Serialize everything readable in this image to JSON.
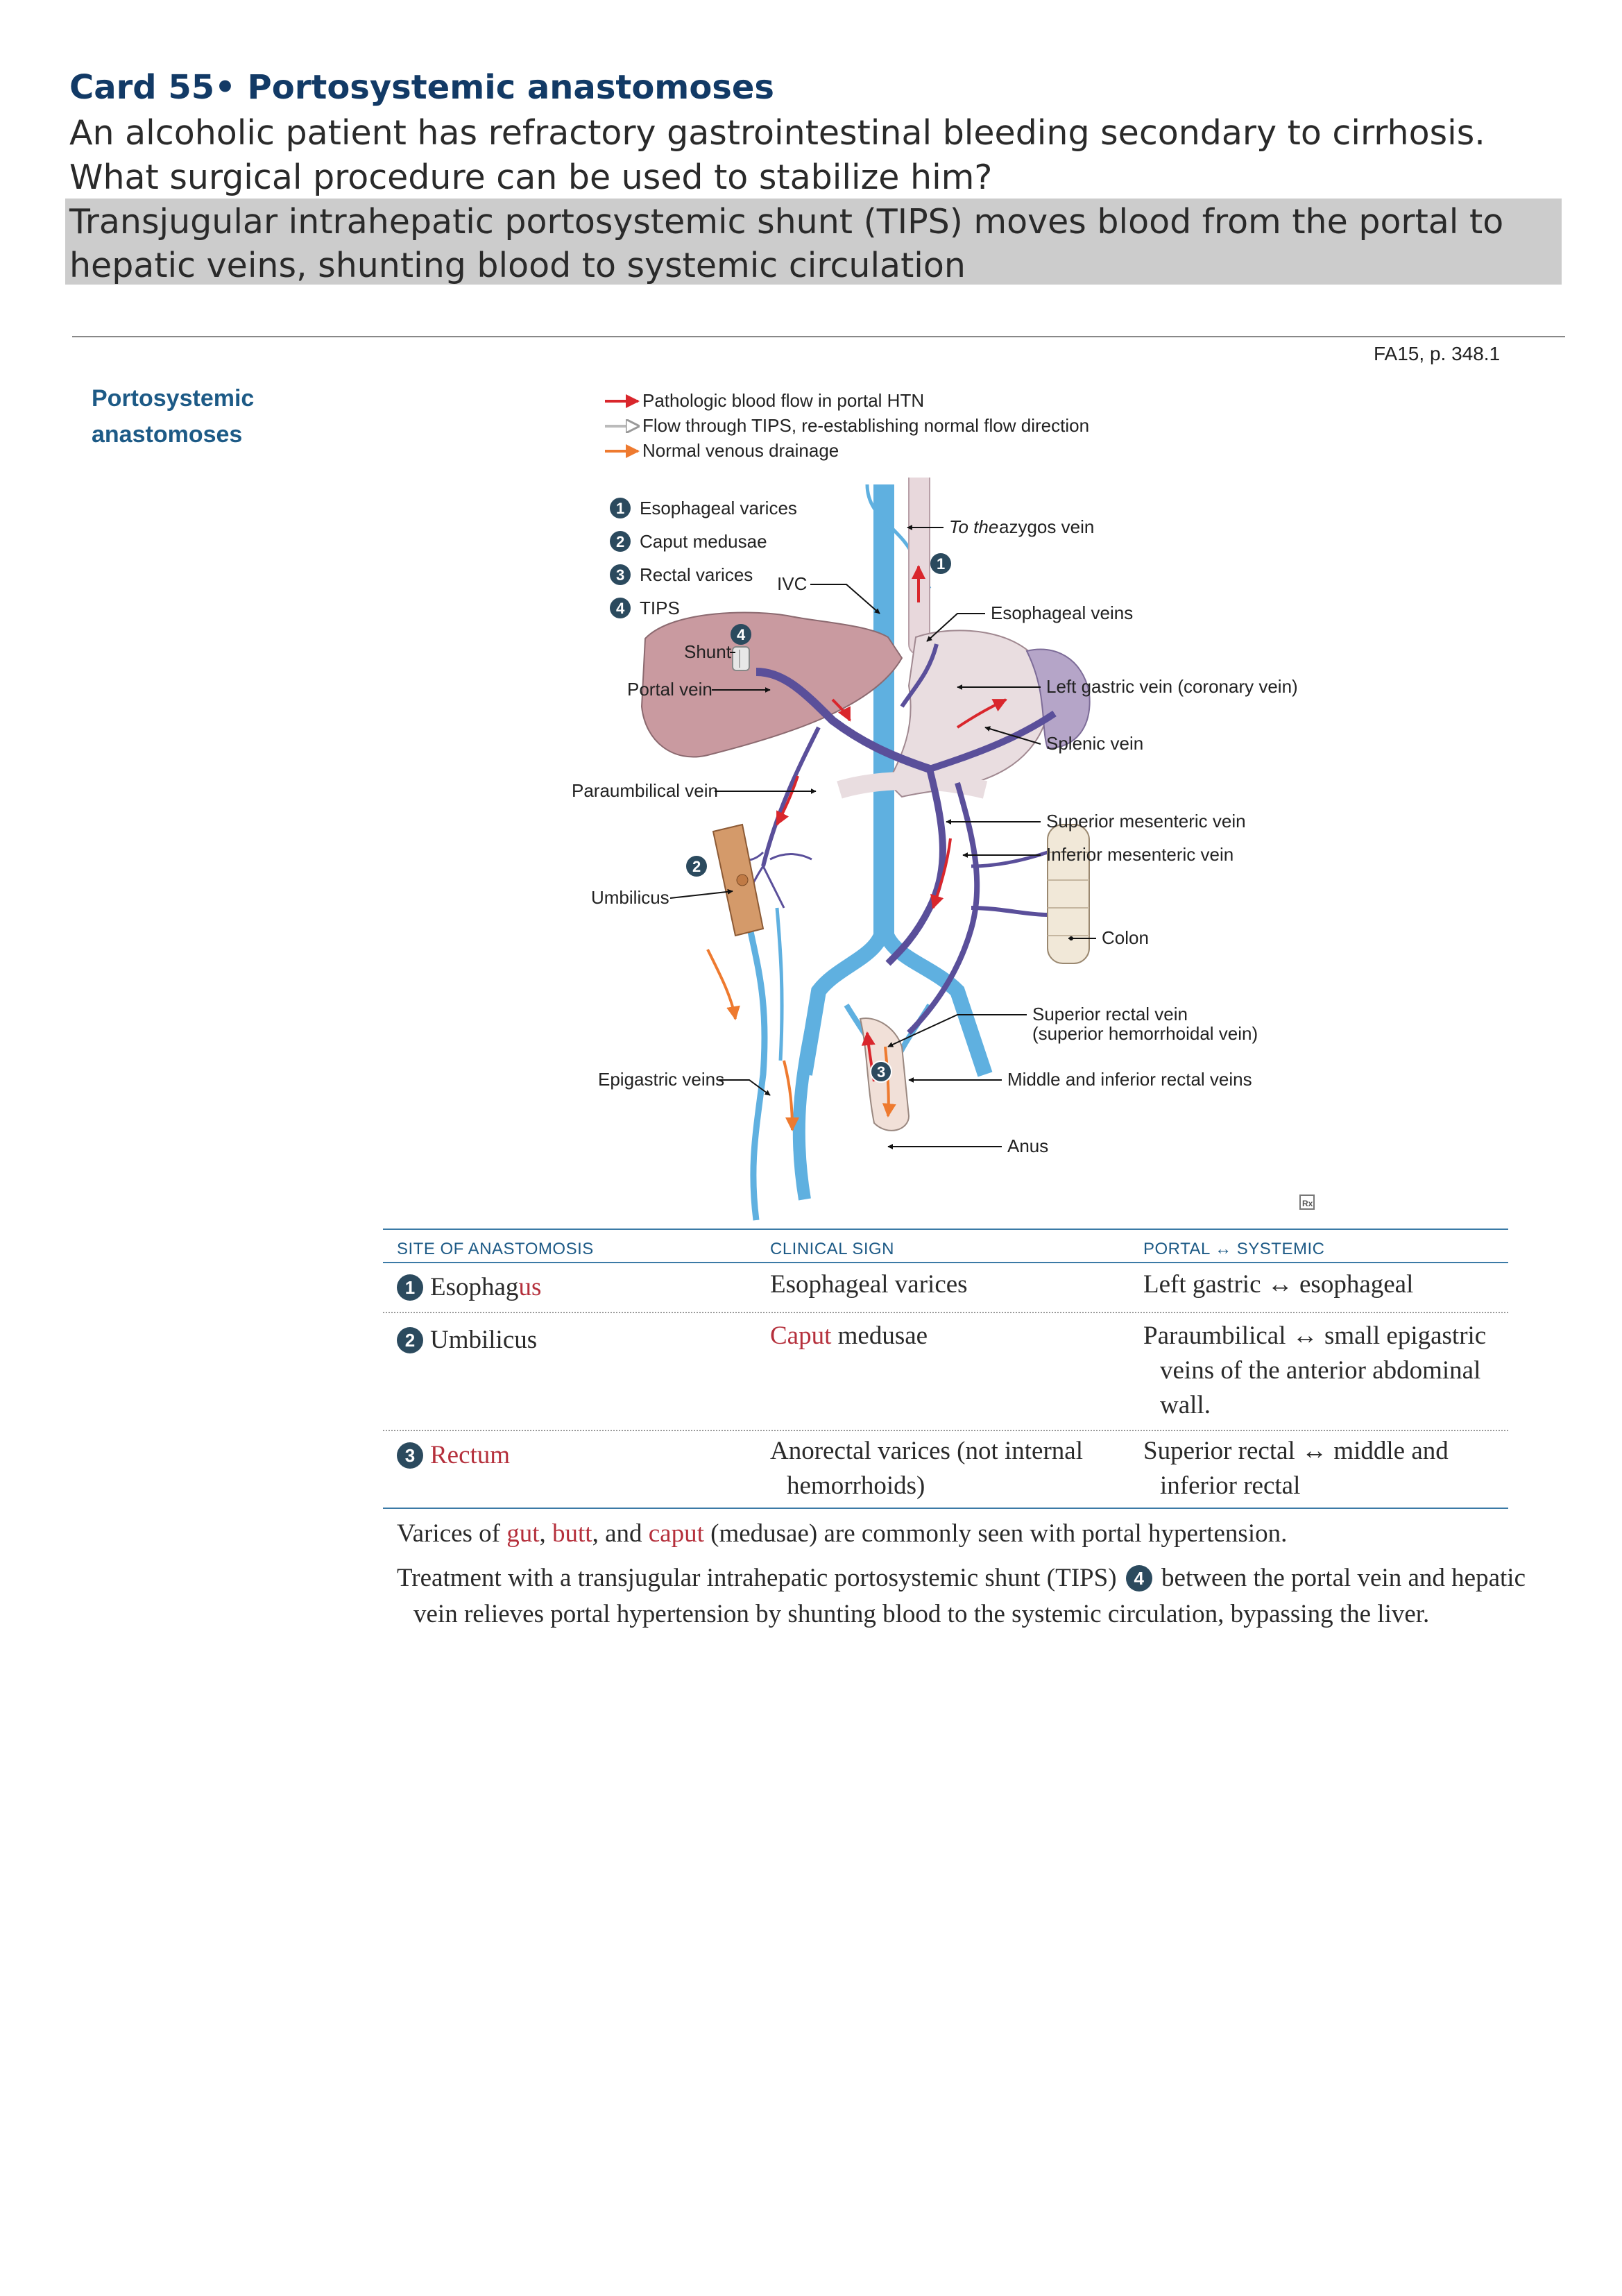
{
  "card": {
    "title": "Card 55• Portosystemic anastomoses",
    "question": "An alcoholic patient has refractory gastrointestinal bleeding secondary to cirrhosis. What surgical procedure can be used to stabilize him?",
    "answer": "Transjugular intrahepatic portosystemic shunt (TIPS) moves blood from the portal to hepatic veins, shunting blood to systemic circulation",
    "reference": "FA15, p. 348.1"
  },
  "section": {
    "title_line1": "Portosystemic",
    "title_line2": "anastomoses"
  },
  "figure": {
    "legend": {
      "pathologic": "Pathologic blood flow in portal HTN",
      "tips_flow": "Flow through TIPS, re-establishing normal flow direction",
      "normal": "Normal venous drainage"
    },
    "numbered": [
      {
        "num": "1",
        "label": "Esophageal varices"
      },
      {
        "num": "2",
        "label": "Caput medusae"
      },
      {
        "num": "3",
        "label": "Rectal varices"
      },
      {
        "num": "4",
        "label": "TIPS"
      }
    ],
    "labels": {
      "to_the": "To the",
      "azygos": "azygos vein",
      "ivc": "IVC",
      "esophageal_veins": "Esophageal veins",
      "shunt": "Shunt",
      "portal_vein": "Portal vein",
      "left_gastric": "Left gastric vein (coronary vein)",
      "splenic": "Splenic vein",
      "paraumbilical": "Paraumbilical vein",
      "sup_mesenteric": "Superior mesenteric vein",
      "inf_mesenteric": "Inferior mesenteric vein",
      "umbilicus": "Umbilicus",
      "colon": "Colon",
      "sup_rectal_1": "Superior rectal vein",
      "sup_rectal_2": "(superior hemorrhoidal vein)",
      "epigastric": "Epigastric veins",
      "mid_inf_rectal": "Middle and inferior rectal veins",
      "anus": "Anus",
      "rx_mark": "Rx"
    },
    "colors": {
      "pathologic": "#d9262c",
      "normal": "#ee7a2f",
      "systemic_vein": "#5fb0e0",
      "portal_vein": "#5a4f9a",
      "liver": "#c99aa0"
    }
  },
  "table": {
    "headers": [
      "SITE OF ANASTOMOSIS",
      "CLINICAL SIGN",
      "PORTAL ↔ SYSTEMIC"
    ],
    "rows": [
      {
        "num": "1",
        "site_plain": "Esophag",
        "site_red": "us",
        "sign_red": "",
        "sign_plain": "Esophageal varices",
        "portal_systemic": "Left gastric ↔ esophageal"
      },
      {
        "num": "2",
        "site_plain": "Umbilicus",
        "site_red": "",
        "sign_red": "Caput",
        "sign_plain": " medusae",
        "portal_systemic": "Paraumbilical ↔ small epigastric veins of the anterior abdominal wall."
      },
      {
        "num": "3",
        "site_plain": "",
        "site_red": "Rectum",
        "sign_red": "",
        "sign_plain": "Anorectal varices (not internal hemorrhoids)",
        "portal_systemic": "Superior rectal ↔ middle and inferior rectal"
      }
    ]
  },
  "notes": {
    "varices_pre": "Varices of ",
    "gut": "gut",
    "comma1": ", ",
    "butt": "butt",
    "and": ", and ",
    "caput": "caput",
    "varices_post": " (medusae) are commonly seen with portal hypertension.",
    "treatment_pre": "Treatment with a transjugular intrahepatic portosystemic shunt (TIPS) ",
    "treatment_num": "4",
    "treatment_post": " between the portal vein and hepatic vein relieves portal hypertension by shunting blood to the systemic circulation, bypassing the liver."
  }
}
